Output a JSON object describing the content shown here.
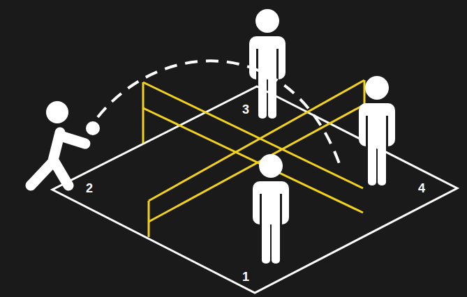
{
  "diagram": {
    "labels": [
      "3",
      "2",
      "4",
      "1"
    ]
  }
}
